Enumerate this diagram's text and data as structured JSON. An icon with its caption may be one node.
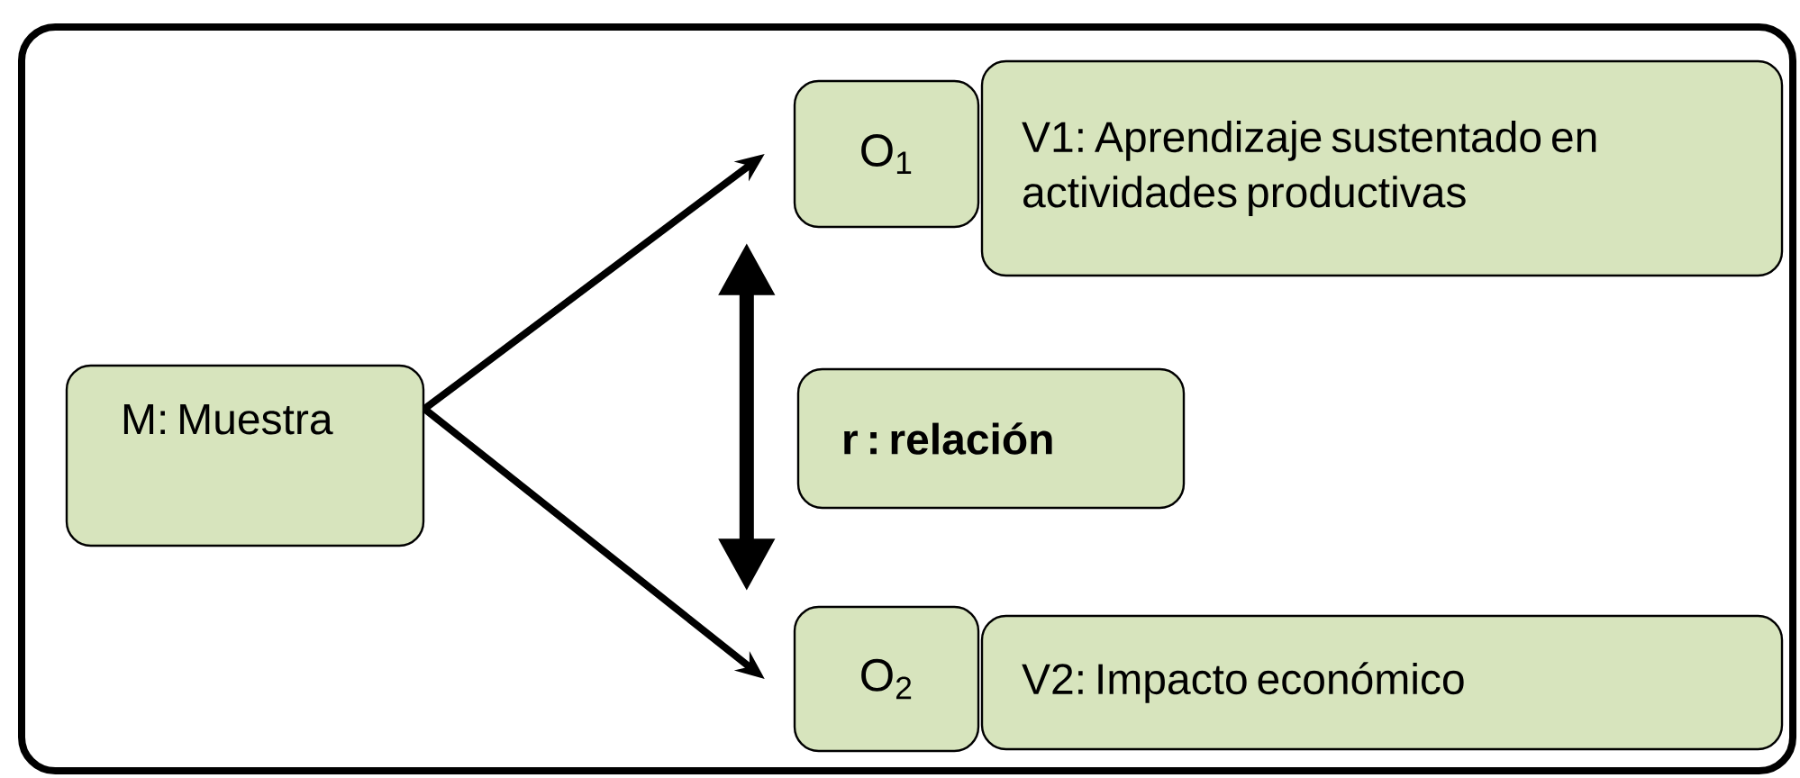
{
  "diagram": {
    "nodes": [
      {
        "text": [],
        "shape": "box"
      },
      {
        "text": [
          "M: Muestra"
        ],
        "in": 0
      },
      {
        "text": [
          "O$_{1}$"
        ],
        "in": 0
      },
      {
        "text": [
          "V1: Aprendizaje sustentado en actividades productivas"
        ],
        "in": 0
      },
      {
        "text": [
          "r :   relación"
        ],
        "in": 0
      },
      {
        "text": [
          "O$_{2}$"
        ],
        "in": 0
      },
      {
        "text": [
          "V2: Impacto económico"
        ],
        "in": 0
      }
    ],
    "edges": [
      {
        "from": 1,
        "to": 2,
        "arrow": "to"
      },
      {
        "from": 1,
        "to": 5,
        "arrow": "to"
      },
      {
        "from": 2,
        "to": 5,
        "arrow": "both",
        "style": "thick"
      }
    ]
  }
}
